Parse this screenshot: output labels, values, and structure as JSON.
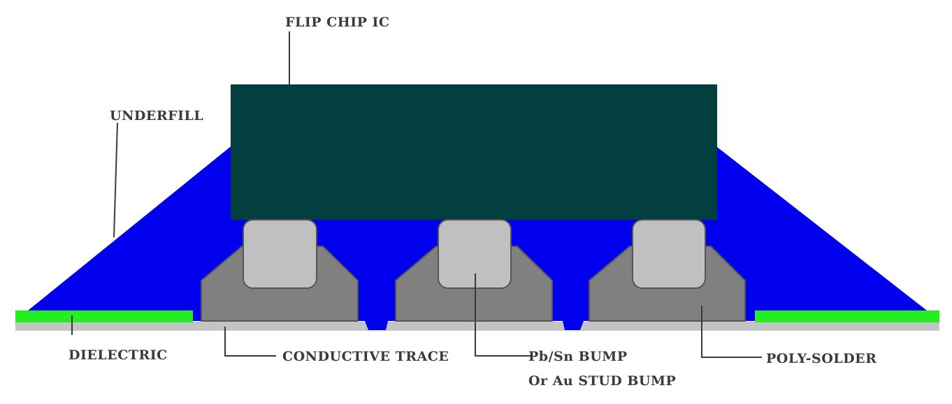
{
  "labels": {
    "flip_chip_ic": "FLIP CHIP IC",
    "underfill": "UNDERFILL",
    "dielectric": "DIELECTRIC",
    "conductive_trace": "CONDUCTIVE TRACE",
    "bump_line1": "Pb/Sn BUMP",
    "bump_line2": "Or Au STUD BUMP",
    "poly_solder": "POLY-SOLDER"
  },
  "colors": {
    "chip": "#033f3f",
    "underfill": "#0000ee",
    "dielectric": "#22ee22",
    "substrate": "#c4c4c4",
    "poly_solder": "#808080",
    "bump": "#c0c0c0",
    "outline": "#555555",
    "text": "#3a3a3a"
  }
}
